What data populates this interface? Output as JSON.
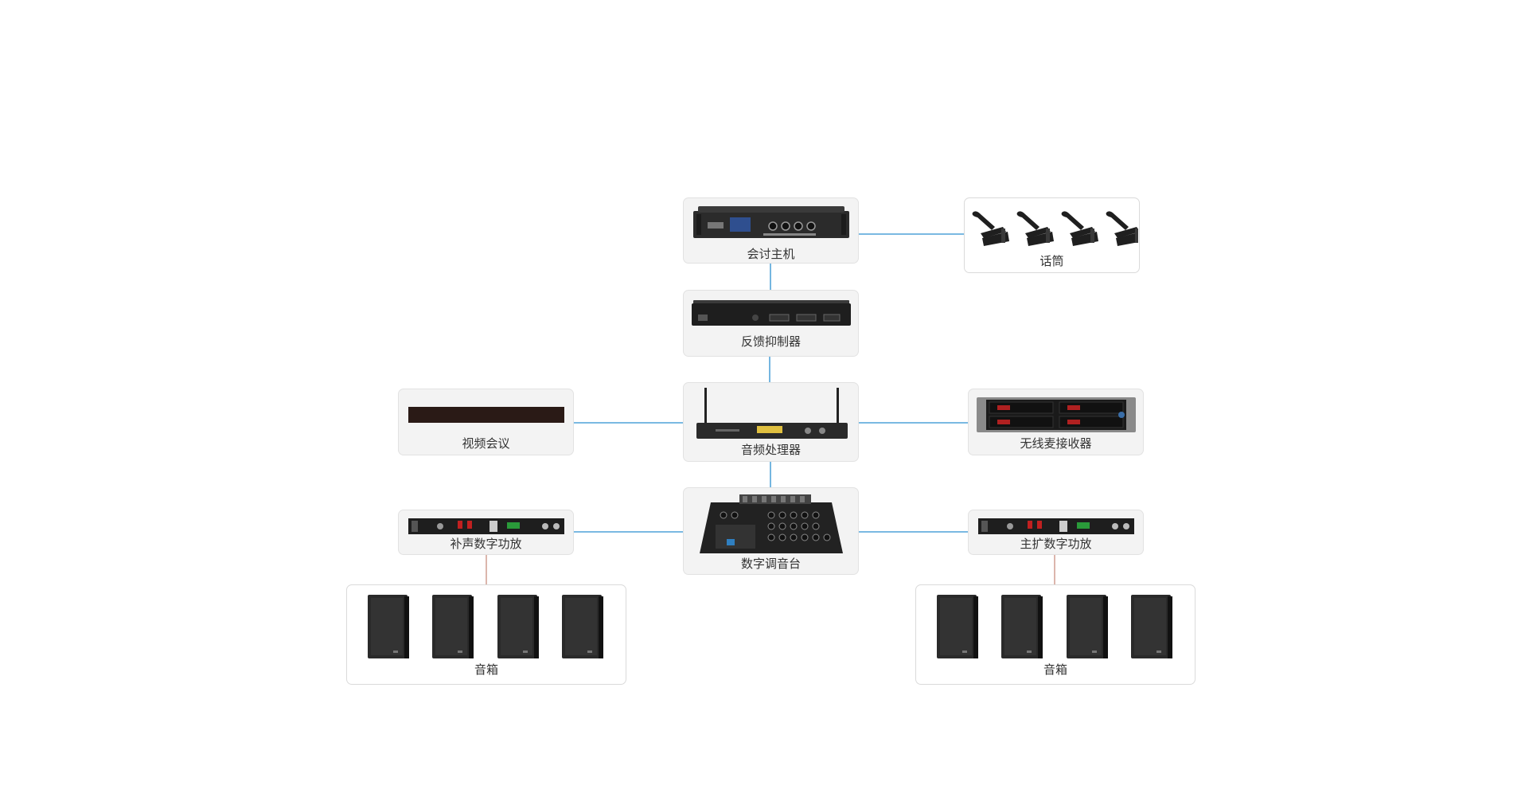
{
  "colors": {
    "signal_line": "#2b8fd0",
    "speaker_line": "#c98f7f",
    "box_fill": "#f3f3f3",
    "box_border": "#e2e2e2",
    "device_body": "#2a2a2a"
  },
  "nodes": {
    "conference_host": {
      "label": "会讨主机",
      "icon": "rack-unit-conference-host"
    },
    "microphones": {
      "label": "话筒",
      "icon": "gooseneck-microphone"
    },
    "feedback_suppressor": {
      "label": "反馈抑制器",
      "icon": "rack-unit-feedback-suppressor"
    },
    "video_conference": {
      "label": "视频会议",
      "icon": "video-conference-bar"
    },
    "audio_processor": {
      "label": "音频处理器",
      "icon": "rack-unit-with-antennas"
    },
    "wireless_receiver": {
      "label": "无线麦接收器",
      "icon": "wireless-receiver-rack"
    },
    "fill_amplifier": {
      "label": "补声数字功放",
      "icon": "digital-amplifier"
    },
    "mixer": {
      "label": "数字调音台",
      "icon": "digital-mixing-console"
    },
    "main_amplifier": {
      "label": "主扩数字功放",
      "icon": "digital-amplifier"
    },
    "speakers_left": {
      "label": "音箱",
      "icon": "loudspeaker"
    },
    "speakers_right": {
      "label": "音箱",
      "icon": "loudspeaker"
    }
  },
  "connections": [
    {
      "from": "conference_host",
      "to": "microphones",
      "type": "signal"
    },
    {
      "from": "conference_host",
      "to": "feedback_suppressor",
      "type": "signal"
    },
    {
      "from": "feedback_suppressor",
      "to": "audio_processor",
      "type": "signal"
    },
    {
      "from": "audio_processor",
      "to": "video_conference",
      "type": "signal"
    },
    {
      "from": "audio_processor",
      "to": "wireless_receiver",
      "type": "signal"
    },
    {
      "from": "audio_processor",
      "to": "mixer",
      "type": "signal"
    },
    {
      "from": "mixer",
      "to": "fill_amplifier",
      "type": "signal"
    },
    {
      "from": "mixer",
      "to": "main_amplifier",
      "type": "signal"
    },
    {
      "from": "fill_amplifier",
      "to": "speakers_left",
      "type": "speaker"
    },
    {
      "from": "main_amplifier",
      "to": "speakers_right",
      "type": "speaker"
    }
  ]
}
